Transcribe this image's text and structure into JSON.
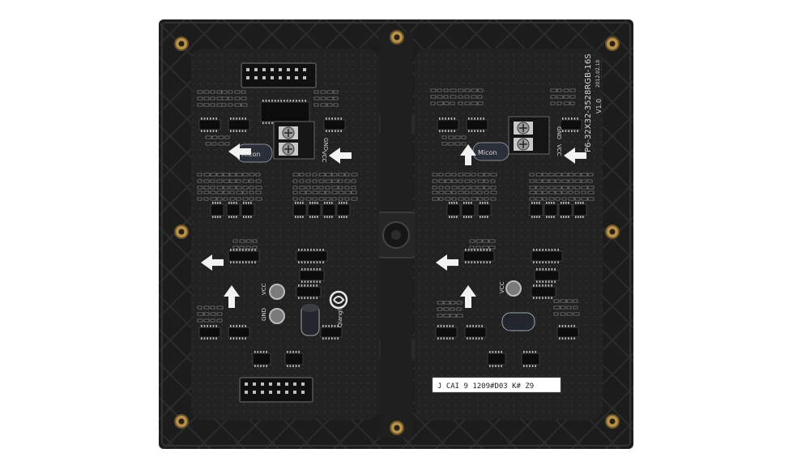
{
  "photo": {
    "subject": "LED display module back panel",
    "colors": {
      "frame": "#1c1c1c",
      "frame_rib": "#2a2a2a",
      "pcb": "#222222",
      "chip": "#0c0c0c",
      "pin": "#bfbfbf",
      "brass": "#b8914a",
      "arrow": "#f2f2f2",
      "label_bg": "#ffffff"
    }
  },
  "silkscreen": {
    "model": "P6-32X32-3528RGB-16S",
    "version": "V1.0",
    "date": "2012.02.10",
    "gnd": "GND",
    "vcc": "VCC",
    "brand": "Qiangli",
    "cap_brand": "Micon"
  },
  "sticker": {
    "text": "J CAI  9   1209#D03 K#  Z9"
  }
}
